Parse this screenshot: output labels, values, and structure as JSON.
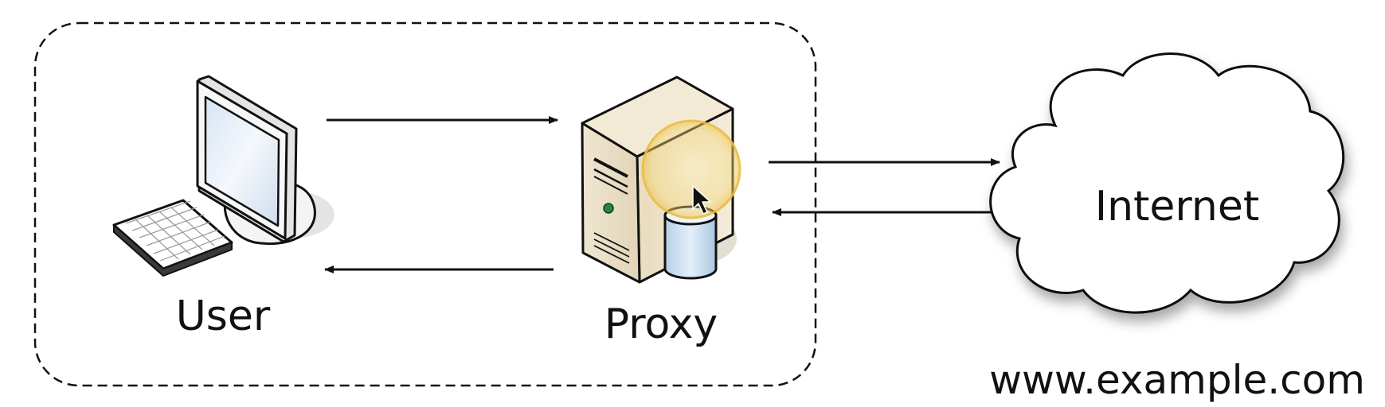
{
  "nodes": {
    "user": {
      "label": "User"
    },
    "proxy": {
      "label": "Proxy"
    },
    "internet": {
      "label": "Internet",
      "url": "www.example.com"
    }
  },
  "colors": {
    "stroke": "#111111",
    "server_body": "#e8dcc2",
    "screen": "#e6eef8",
    "cylinder": "#c9dff0",
    "cursor_highlight": "#f3d36a"
  },
  "icons": {
    "user": "computer-icon",
    "proxy": "server-icon",
    "cache": "database-icon",
    "internet": "cloud-icon",
    "cursor": "mouse-cursor-icon"
  }
}
